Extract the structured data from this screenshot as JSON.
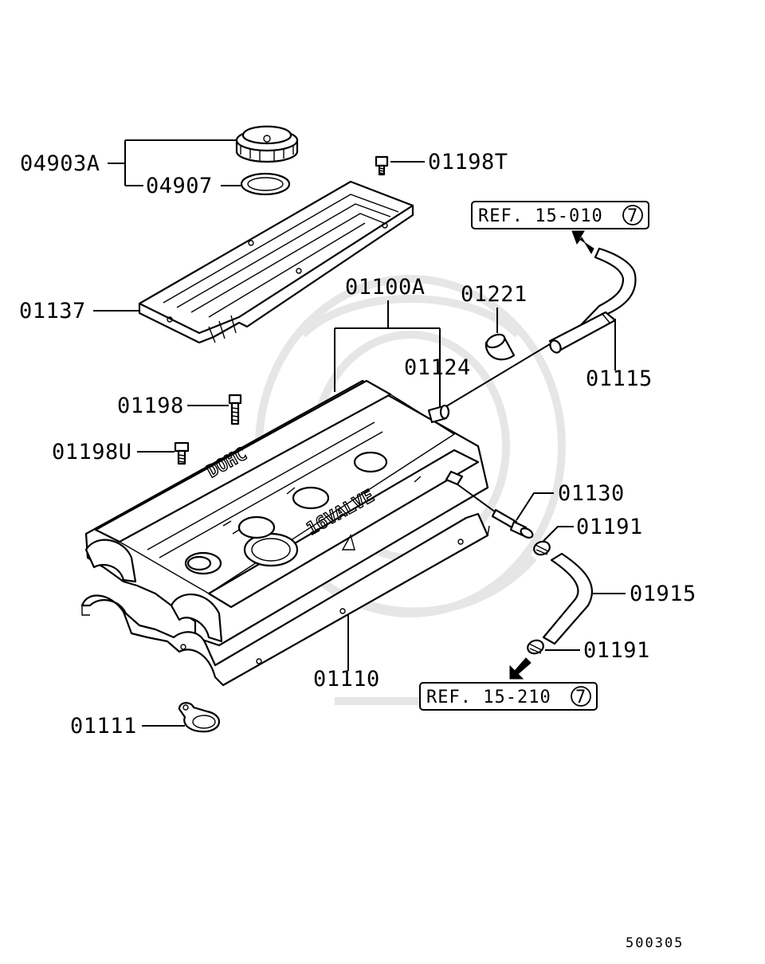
{
  "diagram": {
    "parts": [
      {
        "id": "04903a",
        "label": "04903A"
      },
      {
        "id": "04907",
        "label": "04907"
      },
      {
        "id": "01198t",
        "label": "01198T"
      },
      {
        "id": "01137",
        "label": "01137"
      },
      {
        "id": "01100a",
        "label": "01100A"
      },
      {
        "id": "01221",
        "label": "01221"
      },
      {
        "id": "01124",
        "label": "01124"
      },
      {
        "id": "01115",
        "label": "01115"
      },
      {
        "id": "01198",
        "label": "01198"
      },
      {
        "id": "01198u",
        "label": "01198U"
      },
      {
        "id": "01130",
        "label": "01130"
      },
      {
        "id": "01191a",
        "label": "01191"
      },
      {
        "id": "01915",
        "label": "01915"
      },
      {
        "id": "01191b",
        "label": "01191"
      },
      {
        "id": "01110",
        "label": "01110"
      },
      {
        "id": "01111",
        "label": "01111"
      }
    ],
    "references": [
      {
        "text": "REF. 15-010",
        "circled": "7"
      },
      {
        "text": "REF. 15-210",
        "circled": "7"
      }
    ],
    "cover_embossing": {
      "left": "DOHC",
      "right": "16VALVE"
    },
    "footer_code": "500305"
  }
}
